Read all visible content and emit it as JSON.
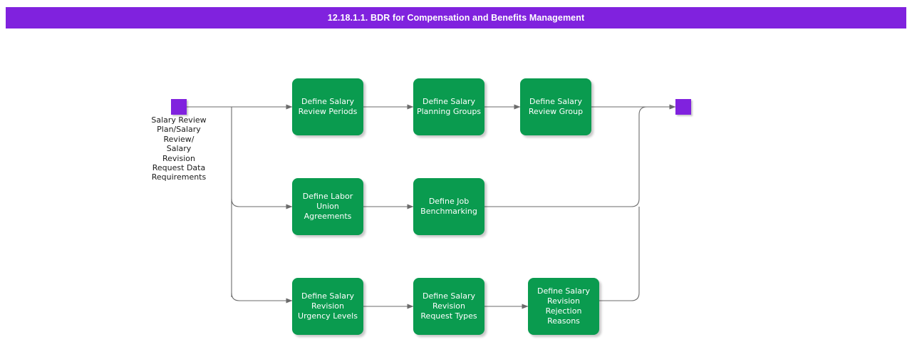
{
  "header": {
    "title": "12.18.1.1. BDR for Compensation and Benefits Management",
    "background_color": "#8022de",
    "text_color": "#ffffff"
  },
  "theme": {
    "node_fill": "#0a9b4f",
    "node_text": "#ffffff",
    "terminator_fill": "#8022de",
    "connector_color": "#6b6b6b",
    "canvas_background": "#ffffff"
  },
  "diagram": {
    "type": "flowchart",
    "orientation": "left-to-right",
    "start": {
      "name": "start-terminator",
      "label": "Salary Review\nPlan/Salary\nReview/\nSalary\nRevision\nRequest Data\nRequirements"
    },
    "end": {
      "name": "end-terminator",
      "label": ""
    },
    "branches": [
      {
        "branch_id": "row-1",
        "nodes": [
          {
            "id": "define-salary-review-periods",
            "label": "Define Salary\nReview Periods"
          },
          {
            "id": "define-salary-planning-groups",
            "label": "Define Salary\nPlanning Groups"
          },
          {
            "id": "define-salary-review-group",
            "label": "Define Salary\nReview Group"
          }
        ]
      },
      {
        "branch_id": "row-2",
        "nodes": [
          {
            "id": "define-labor-union-agreements",
            "label": "Define Labor\nUnion\nAgreements"
          },
          {
            "id": "define-job-benchmarking",
            "label": "Define Job\nBenchmarking"
          }
        ]
      },
      {
        "branch_id": "row-3",
        "nodes": [
          {
            "id": "define-salary-revision-urgency-levels",
            "label": "Define Salary\nRevision\nUrgency Levels"
          },
          {
            "id": "define-salary-revision-request-types",
            "label": "Define Salary\nRevision\nRequest Types"
          },
          {
            "id": "define-salary-revision-rejection-reasons",
            "label": "Define Salary\nRevision\nRejection\nReasons"
          }
        ]
      }
    ]
  }
}
